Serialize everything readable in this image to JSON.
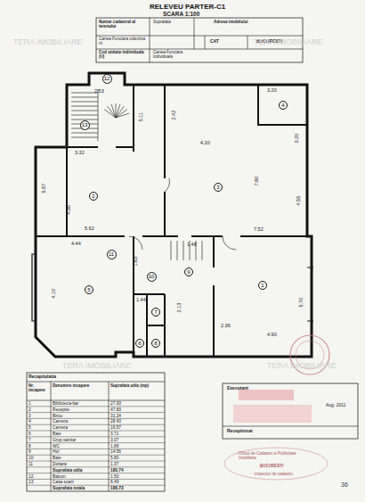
{
  "diagram": {
    "title": "RELEVEU PARTER-C1",
    "nodes": [
      {
        "text": [
          "1"
        ]
      },
      {
        "text": [
          "2"
        ]
      },
      {
        "text": [
          "3"
        ]
      },
      {
        "text": [
          "4"
        ]
      },
      {
        "text": [
          "5"
        ]
      },
      {
        "text": [
          "6"
        ]
      },
      {
        "text": [
          "7"
        ]
      },
      {
        "text": [
          "8"
        ]
      },
      {
        "text": [
          "9"
        ]
      },
      {
        "text": [
          "10"
        ]
      },
      {
        "text": [
          "11"
        ]
      },
      {
        "text": [
          "12"
        ]
      },
      {
        "text": [
          "13"
        ]
      }
    ],
    "labels": [
      "SCARA 1:100",
      "Numar cadastral al terenului",
      "Suprafata",
      "Adresa imobilului",
      "Cartea Funciara colectiva nr.",
      "CAT",
      "BUCURESTI",
      "Cod unitate individuala (U)",
      "Cartea Funciara individuala",
      "TERA IMOBILIARE",
      "TERA IMOBILIARE",
      "TERA IMOBILIARE",
      "TERA IMOBILIARE",
      "2.53",
      "3.32",
      "5.11",
      "2.42",
      "3.20",
      "3.20",
      "4.20",
      "7.80",
      "4.55",
      "5.87",
      "4.80",
      "5.92",
      "7.52",
      "4.44",
      "4.10",
      "1.48",
      "1.63",
      "1.44",
      "2.13",
      "2.36",
      "4.90",
      "5.70",
      "Executant",
      "Aug. 2011",
      "Receptionat",
      "Oficiul de Cadastru si Publicitate Imobiliara",
      "BUCURESTI",
      "inspector de cadastru",
      "36",
      "Recapitulatia",
      "Nr. incapere",
      "Denumire incapere",
      "Suprafata utila (mp)",
      "1",
      "Biblioteca-bar",
      "27.93",
      "2",
      "Receptie",
      "47.83",
      "3",
      "Birou",
      "31.24",
      "4",
      "Camera",
      "28.43",
      "5",
      "Camera",
      "16.57",
      "6",
      "Baie",
      "3.71",
      "7",
      "Grup sanitar",
      "3.07",
      "8",
      "WC",
      "1.89",
      "9",
      "Hol",
      "14.56",
      "10",
      "Baie",
      "5.80",
      "11",
      "Debara",
      "1.37",
      "Suprafata utila",
      "180.74",
      "12",
      "Balcon",
      "1.50",
      "13",
      "Casa scarii",
      "6.49",
      "Suprafata totala",
      "188.73"
    ]
  }
}
